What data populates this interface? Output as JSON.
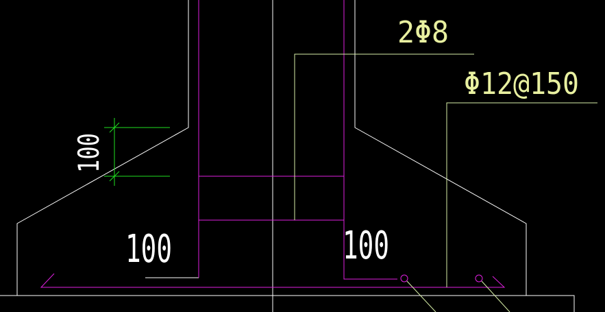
{
  "drawing": {
    "background": "#000000",
    "colors": {
      "outline": "#ffffff",
      "rebar": "#e020e0",
      "leader": "#d8f0a8",
      "dimension": "#20e020",
      "text_white": "#ffffff",
      "text_yellow": "#e8f0a0"
    },
    "labels": {
      "rebar_2phi8": "2Φ8",
      "rebar_phi12_150": "Φ12@150",
      "dim_100_vertical": "100",
      "dim_100_left": "100",
      "dim_100_right": "100"
    }
  }
}
